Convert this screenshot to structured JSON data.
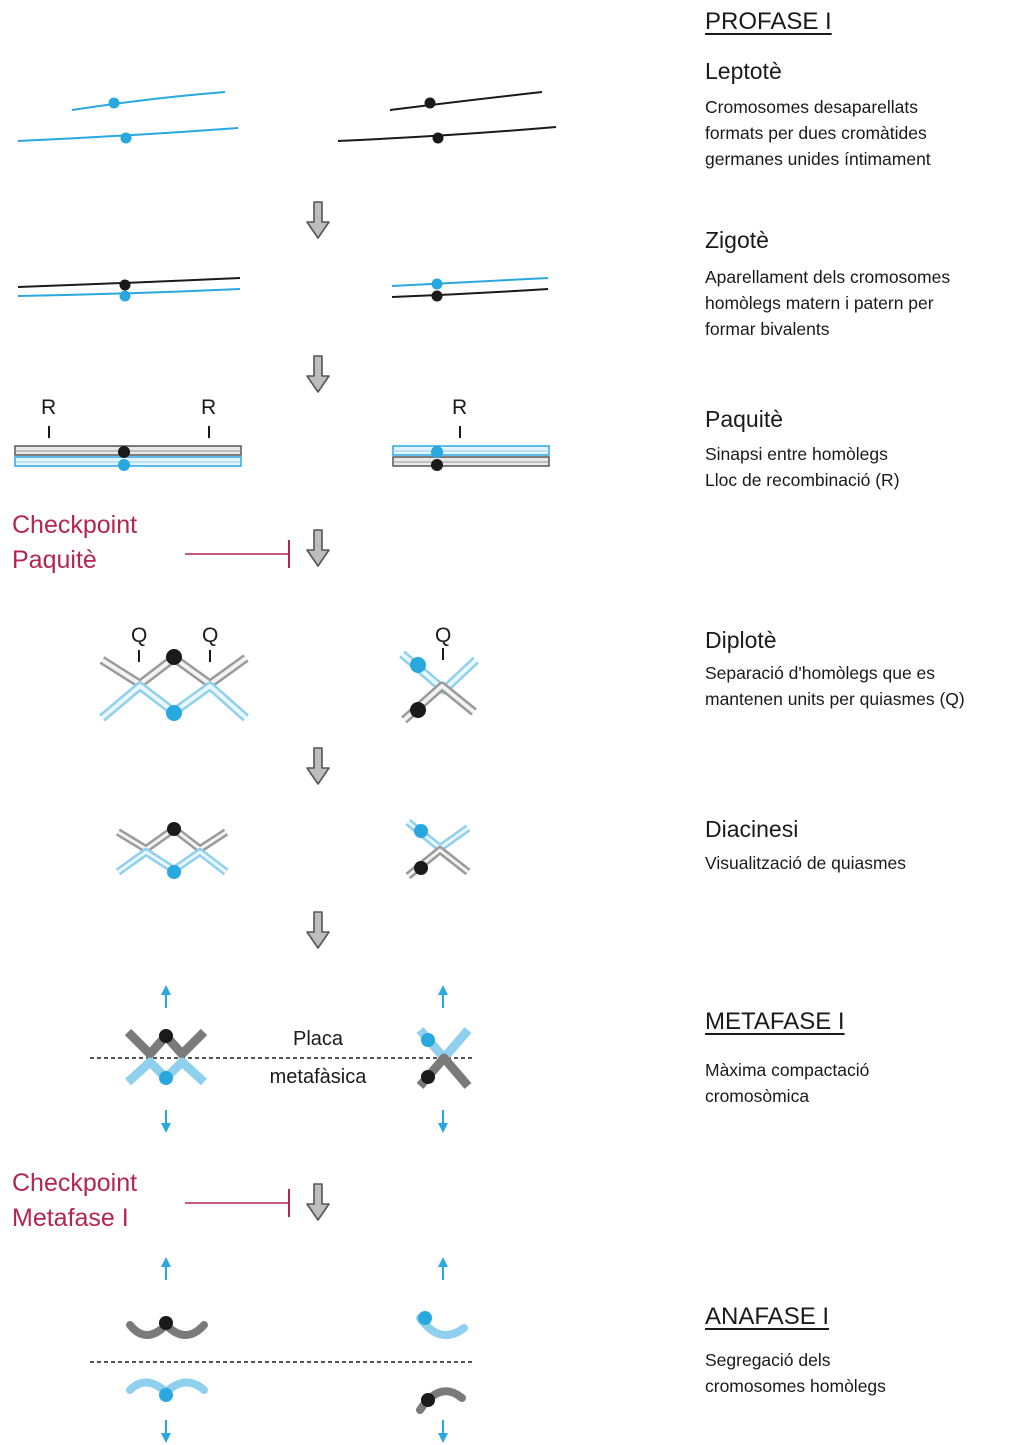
{
  "colors": {
    "maternal": "#29a8e0",
    "paternal": "#1a1a1a",
    "chromatid_blue": "#7fc8ec",
    "chromatid_grey": "#8a8a8a",
    "checkpoint": "#b3264f",
    "arrow_fill": "#bdbdbd",
    "arrow_stroke": "#555555",
    "plate_line": "#555555"
  },
  "phases": {
    "prophase": "PROFASE I",
    "metaphase": "METAFASE I",
    "anaphase": "ANAFASE I"
  },
  "stages": [
    {
      "name": "Leptotè",
      "description": "Cromosomes desaparellats\nformats per dues cromàtides\ngermanes unides íntimament"
    },
    {
      "name": "Zigotè",
      "description": "Aparellament dels cromosomes\nhomòlegs matern i patern per\nformar bivalents"
    },
    {
      "name": "Paquitè",
      "description": "Sinapsi entre homòlegs\nLloc de recombinació (R)"
    },
    {
      "name": "Diplotè",
      "description": "Separació d'homòlegs que es\nmantenen units per quiasmes (Q)"
    },
    {
      "name": "Diacinesi",
      "description": "Visualització de quiasmes"
    }
  ],
  "metaphase_description": "Màxima compactació\ncromosòmica",
  "anaphase_description": "Segregació dels\ncromosomes homòlegs",
  "checkpoints": {
    "pachytene": "Checkpoint\nPaquitè",
    "metaphase": "Checkpoint\nMetafase I"
  },
  "markers": {
    "recombination": "R",
    "chiasma": "Q"
  },
  "metaphase_plate_label": "Placa\nmetafàsica"
}
